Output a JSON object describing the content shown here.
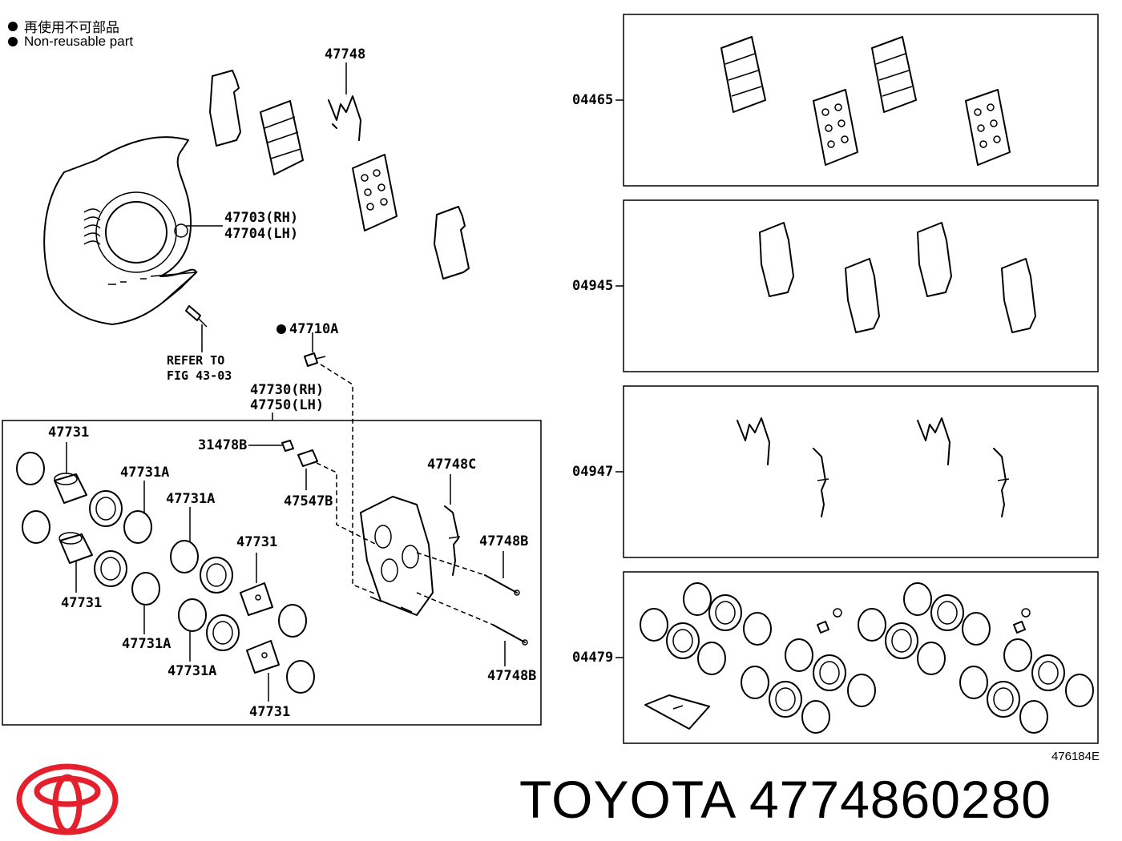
{
  "legend": {
    "jp": "再使用不可部品",
    "en": "Non-reusable part"
  },
  "labels": {
    "l47748": "47748",
    "l47703": "47703(RH)",
    "l47704": "47704(LH)",
    "refer1": "REFER TO",
    "refer2": "FIG 43-03",
    "l47710A": "47710A",
    "l47730": "47730(RH)",
    "l47750": "47750(LH)",
    "l47731_a": "47731",
    "l31478B": "31478B",
    "l47731A_a": "47731A",
    "l47731A_b": "47731A",
    "l47547B": "47547B",
    "l47748C": "47748C",
    "l47731_b": "47731",
    "l47748B_a": "47748B",
    "l47731_c": "47731",
    "l47731A_c": "47731A",
    "l47731A_d": "47731A",
    "l47731_d": "47731",
    "l47748B_b": "47748B"
  },
  "kits": [
    {
      "code": "04465"
    },
    {
      "code": "04945"
    },
    {
      "code": "04947"
    },
    {
      "code": "04479"
    }
  ],
  "illustration_code": "476184E",
  "brand": "TOYOTA 4774860280",
  "colors": {
    "logo_red": "#e4202c",
    "line": "#000000"
  }
}
